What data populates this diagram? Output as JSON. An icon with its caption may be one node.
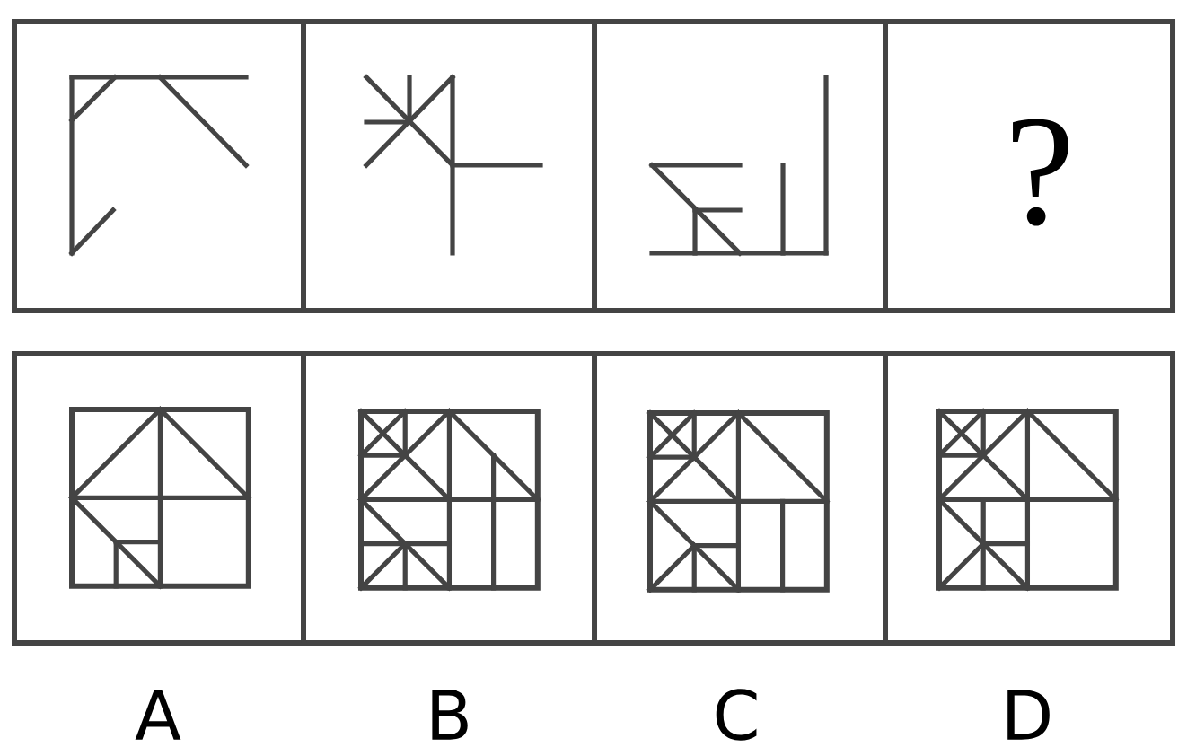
{
  "diagram": {
    "labels": [
      "?",
      "A",
      "B",
      "C",
      "D"
    ]
  }
}
